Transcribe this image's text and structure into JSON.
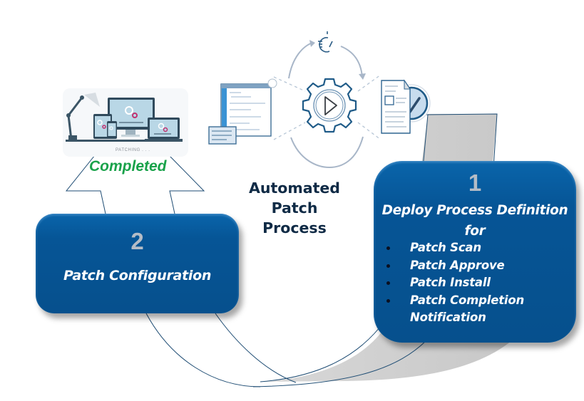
{
  "diagram": {
    "title": "Automated Patch Process",
    "title_lines": [
      "Automated",
      "Patch",
      "Process"
    ],
    "colors": {
      "box_fill": "#06508d",
      "number_gray": "#b4bcc6",
      "completed_green": "#19a24a",
      "title_navy": "#0f2a45",
      "arrow_gray": "#d0d0d0",
      "outline_navy": "#1a4a6e"
    },
    "device_illustration": {
      "icon": "devices-patching-icon",
      "status_text": "PATCHING . . .",
      "result_label": "Completed"
    },
    "process_illustration": {
      "icons": [
        "code-editor-icon",
        "stopwatch-icon",
        "gear-play-icon",
        "document-check-icon"
      ]
    },
    "steps": [
      {
        "number": "1",
        "title_lines": [
          "Deploy Process Definition",
          "for"
        ],
        "items": [
          "Patch Scan",
          "Patch Approve",
          "Patch Install",
          "Patch Completion",
          "Notification"
        ],
        "bulleted": [
          true,
          true,
          true,
          true,
          false
        ]
      },
      {
        "number": "2",
        "title": "Patch Configuration"
      }
    ]
  }
}
